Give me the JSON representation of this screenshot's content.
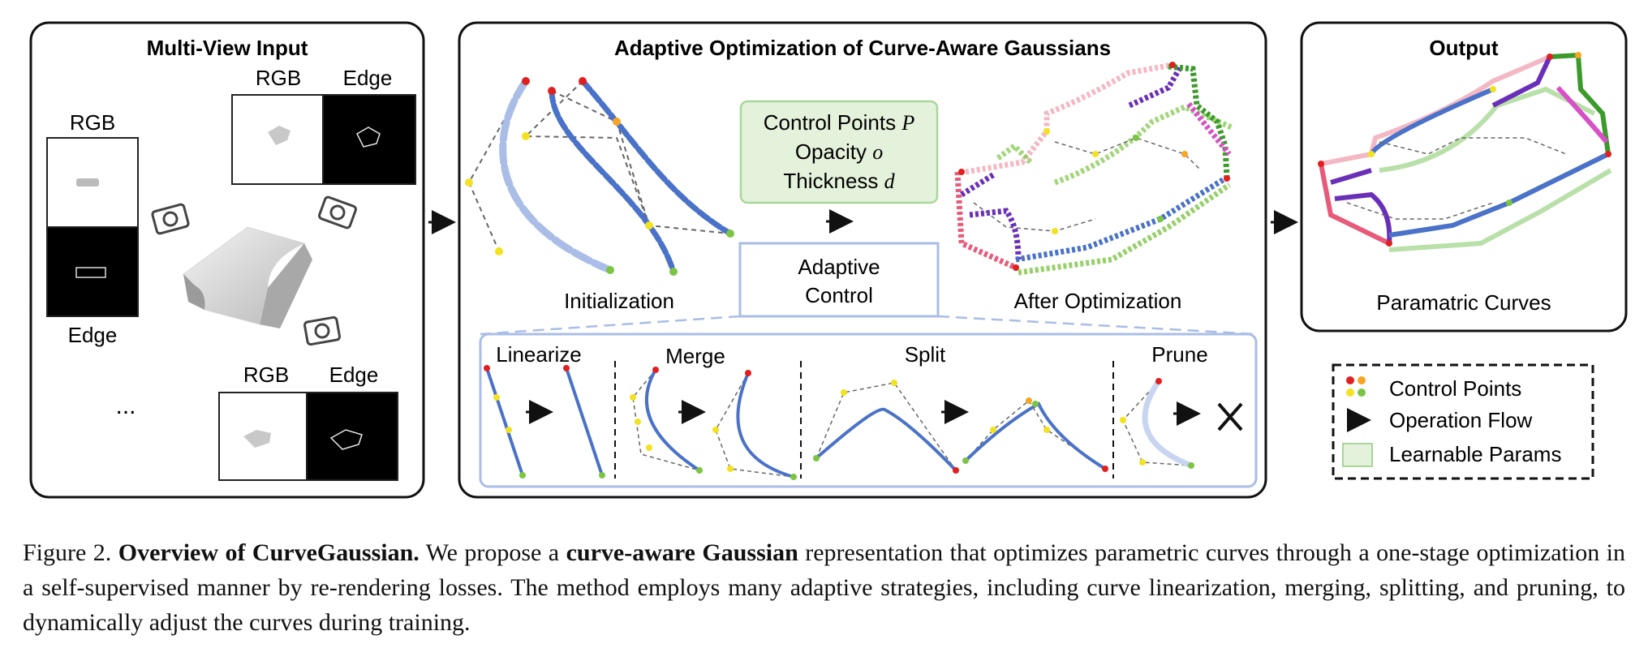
{
  "panels": {
    "input": {
      "title": "Multi-View Input",
      "views": [
        {
          "rgb_label": "RGB",
          "edge_label": "Edge"
        },
        {
          "rgb_label": "RGB",
          "edge_label": "Edge"
        },
        {
          "rgb_label": "RGB",
          "edge_label": "Edge"
        }
      ],
      "ellipsis": "..."
    },
    "optimization": {
      "title": "Adaptive Optimization of Curve-Aware Gaussians",
      "init_label": "Initialization",
      "after_label": "After Optimization",
      "params": {
        "line1_text": "Control Points ",
        "line1_symbol": "P",
        "line2_text": "Opacity ",
        "line2_symbol": "o",
        "line3_text": "Thickness ",
        "line3_symbol": "d"
      },
      "adaptive_control": {
        "line1": "Adaptive",
        "line2": "Control"
      },
      "operations": [
        "Linearize",
        "Merge",
        "Split",
        "Prune"
      ]
    },
    "output": {
      "title": "Output",
      "label": "Paramatric Curves"
    }
  },
  "legend": {
    "items": [
      "Control Points",
      "Operation Flow",
      "Learnable Params"
    ]
  },
  "caption": {
    "prefix": "Figure 2. ",
    "bold_title": "Overview of CurveGaussian.",
    "part1": " We propose a ",
    "bold_term": "curve-aware Gaussian",
    "part2": " representation that optimizes parametric curves through a one-stage optimization in a self-supervised manner by re-rendering losses. The method employs many adaptive strategies, including curve linearization, merging, splitting, and pruning, to dynamically adjust the curves during training."
  },
  "colors": {
    "gaussian_blue": "#4a72c8",
    "gaussian_light": "#a9bde6",
    "param_fill": "#e4f2dc",
    "param_stroke": "#a9d69a",
    "control_red": "#e02020",
    "control_orange": "#f5a623",
    "control_yellow": "#f2e21f",
    "control_green": "#7cc443"
  }
}
